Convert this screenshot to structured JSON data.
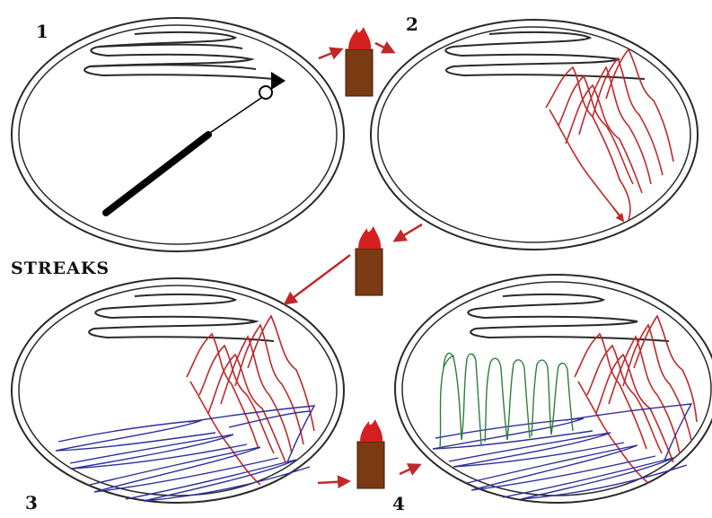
{
  "labels": {
    "step1": "1",
    "step2": "2",
    "step3": "3",
    "step4": "4",
    "streaks": "STREAKS"
  },
  "colors": {
    "dish_outline": "#2a2a2a",
    "initial_streak": "#2a2a2a",
    "second_streak": "#c0282b",
    "third_streak": "#2e2f9a",
    "fourth_streak": "#2f7d3a",
    "burner_body": "#7a3b12",
    "flame": "#d42020",
    "arrow": "#c0282b",
    "loop_handle": "#000000"
  },
  "icons": {
    "burner": "bunsen-burner-icon",
    "loop": "inoculating-loop-icon"
  }
}
